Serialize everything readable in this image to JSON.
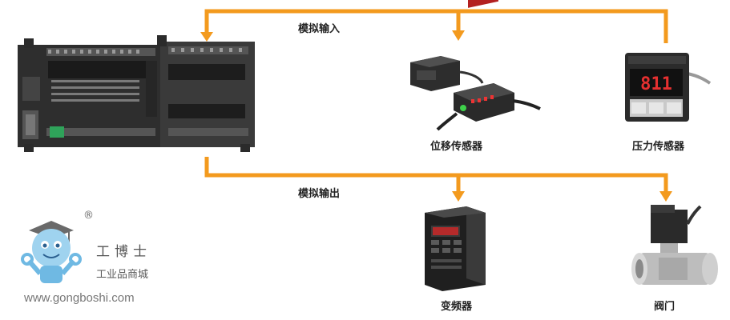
{
  "colors": {
    "arrow": "#f39a1e",
    "text": "#222222"
  },
  "flow": {
    "input_label": "模拟输入",
    "output_label": "模拟输出"
  },
  "devices": {
    "plc": {
      "icon": "plc-controller-image"
    },
    "displacement_sensor": {
      "label": "位移传感器",
      "icon": "displacement-sensor-image"
    },
    "pressure_sensor": {
      "label": "压力传感器",
      "icon": "pressure-sensor-image",
      "display_value": "811"
    },
    "inverter": {
      "label": "变频器",
      "icon": "inverter-image"
    },
    "valve": {
      "label": "阀门",
      "icon": "valve-image"
    }
  },
  "watermark": {
    "brand": "工博士",
    "subtitle": "工业品商城",
    "url": "www.gongboshi.com",
    "registered": "®"
  }
}
